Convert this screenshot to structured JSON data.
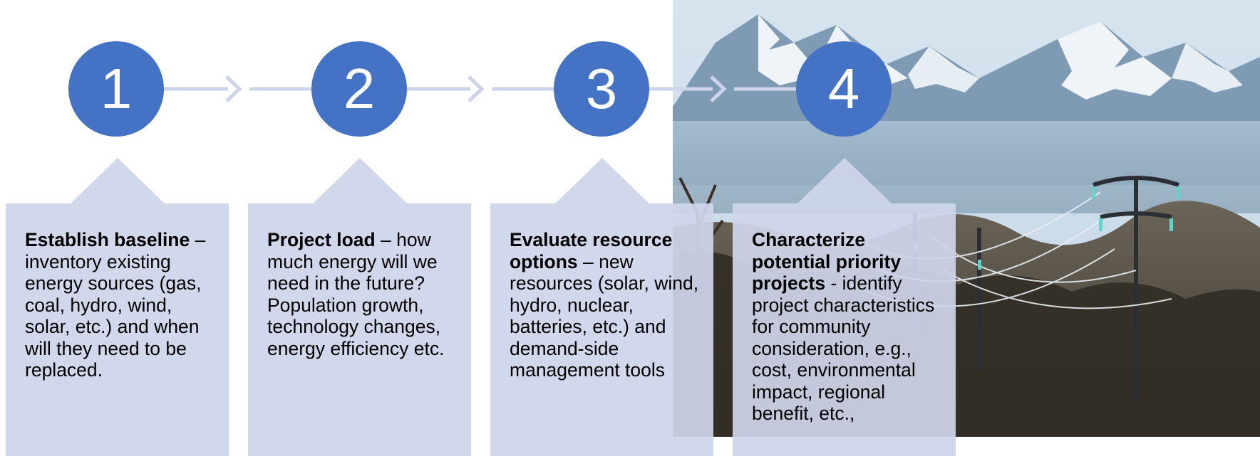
{
  "colors": {
    "circle": "#4472c4",
    "callout": "#cfd5ea",
    "arrow": "#cdd3e8"
  },
  "steps": [
    {
      "number": "1",
      "title": "Establish baseline",
      "description": " – inventory existing energy sources (gas, coal, hydro, wind, solar, etc.) and when will they need to be replaced."
    },
    {
      "number": "2",
      "title": "Project load",
      "description": " – how much energy will we need in the future? Population growth, technology changes, energy efficiency etc."
    },
    {
      "number": "3",
      "title": "Evaluate resource options",
      "description": " – new resources (solar, wind, hydro, nuclear, batteries, etc.) and demand-side management tools"
    },
    {
      "number": "4",
      "title": "Characterize potential priority projects",
      "description": " - identify project characteristics for community consideration, e.g., cost, environmental impact, regional benefit, etc.,"
    }
  ]
}
